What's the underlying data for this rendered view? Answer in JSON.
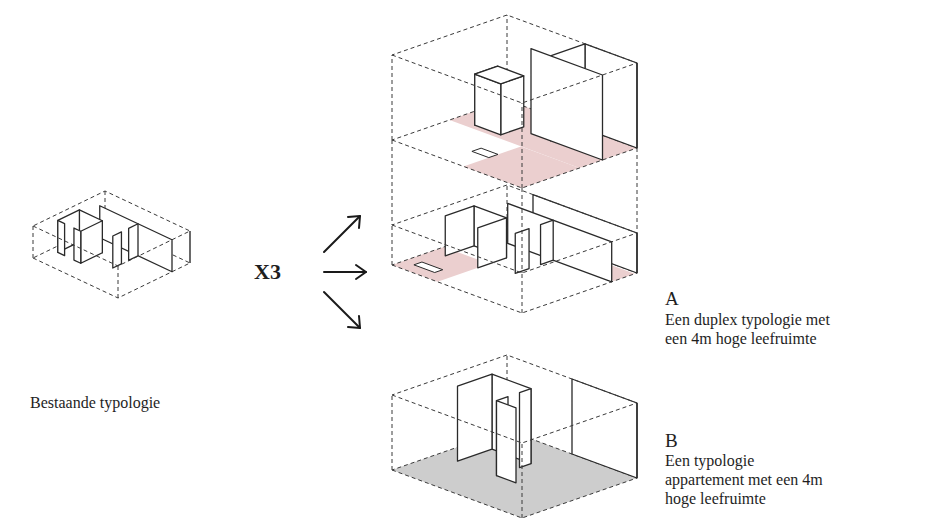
{
  "diagram": {
    "labels": [
      "Bestaande typologie",
      "X3",
      "A",
      "Een duplex typologie met een 4m hoge leefruimte",
      "B",
      "Een typologie appartement met een 4m hoge leefruimte"
    ]
  }
}
